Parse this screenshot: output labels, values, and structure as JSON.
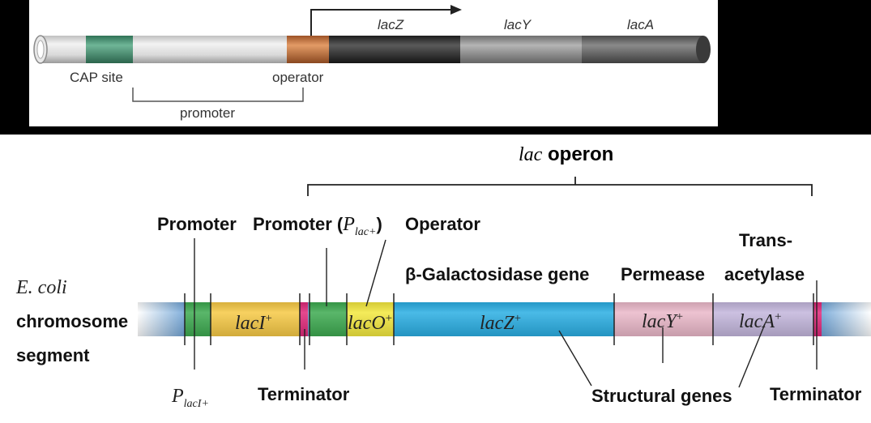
{
  "top": {
    "genes": [
      "lacZ",
      "lacY",
      "lacA"
    ],
    "cap_site": "CAP site",
    "operator": "operator",
    "promoter": "promoter"
  },
  "bottom": {
    "operon_title": {
      "italic": "lac",
      "rest": " operon"
    },
    "labels": {
      "promoter": "Promoter",
      "promoter_plac": "Promoter (",
      "plac_p": "P",
      "plac_sub": "lac+",
      "plac_close": ")",
      "operator": "Operator",
      "beta_gal": "β-Galactosidase gene",
      "permease": "Permease",
      "trans1": "Trans-",
      "trans2": "acetylase",
      "ecoli": "E. coli",
      "chromosome": "chromosome",
      "segment": "segment",
      "placi_p": "P",
      "placi_sub": "lacI+",
      "terminator_left": "Terminator",
      "structural": "Structural genes",
      "terminator_right": "Terminator"
    },
    "genes": {
      "laci": "lacI",
      "laco": "lacO",
      "lacz": "lacZ",
      "lacy": "lacY",
      "laca": "lacA",
      "plus": "+"
    }
  },
  "colors": {
    "cap": "#3f8f6e",
    "operator_top": "#c8743f",
    "promoter_green": "#3daa50",
    "laci": "#f6c945",
    "laco": "#f3e83e",
    "lacz": "#2aaee3",
    "lacy": "#eab8c9",
    "laca": "#c3b6dc",
    "terminator": "#e0287a",
    "flank": "#6ea3d6"
  }
}
